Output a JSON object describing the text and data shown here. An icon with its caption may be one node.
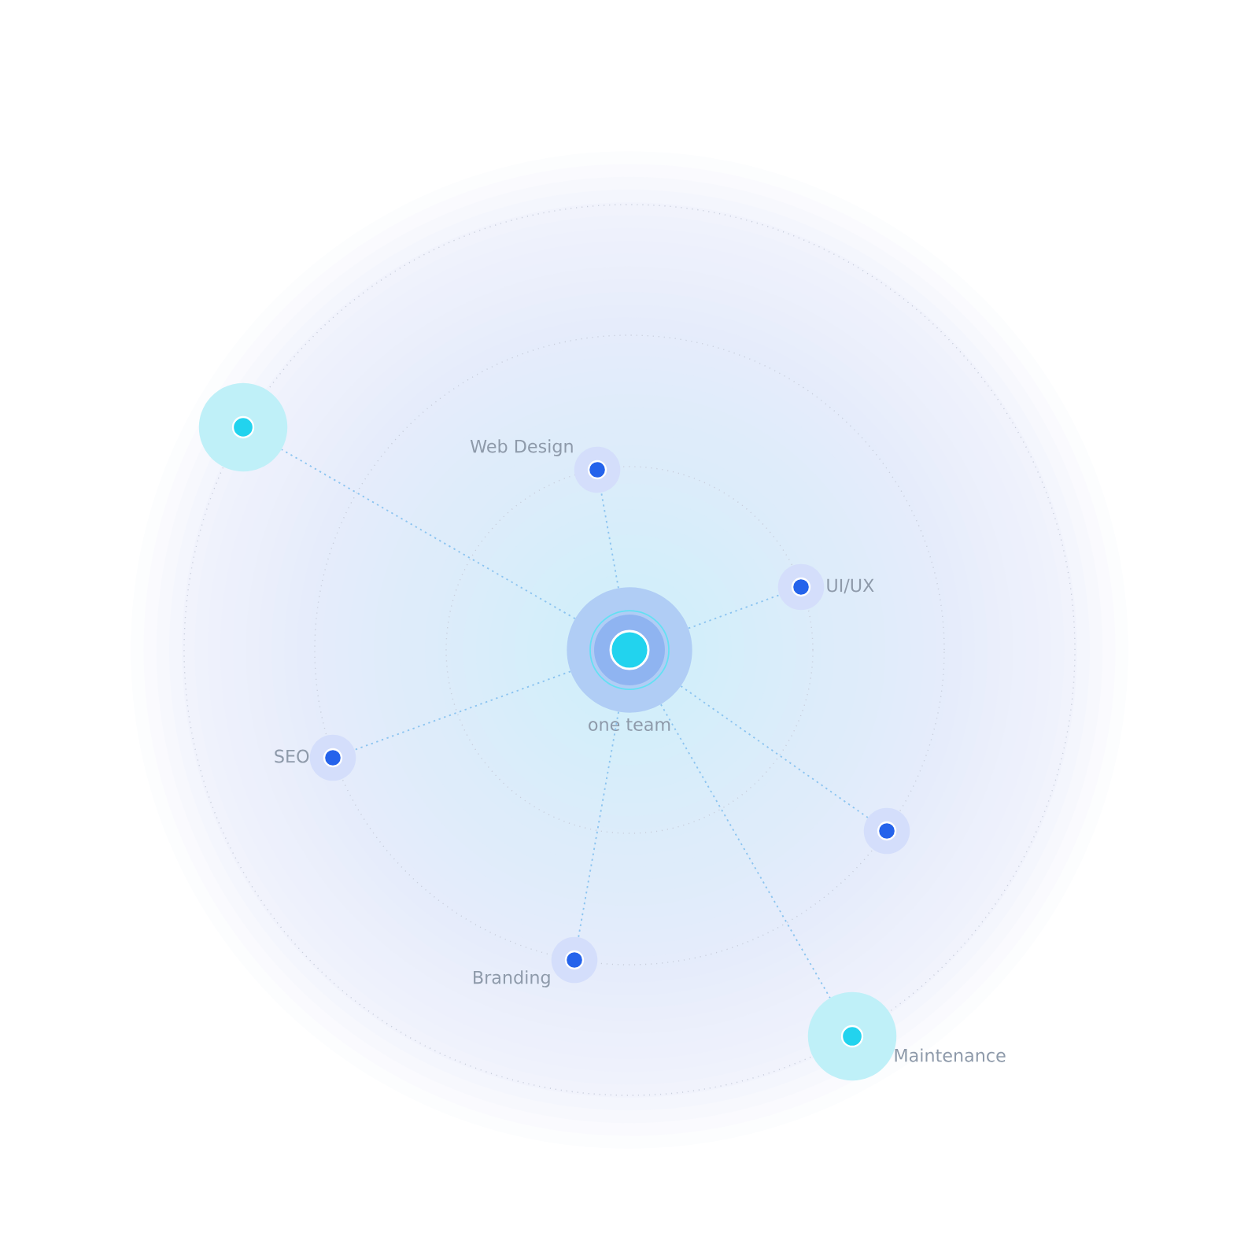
{
  "diagram": {
    "nodes": [
      {
        "text": [
          "one team"
        ]
      },
      {
        "text": [],
        "shape": "circle"
      },
      {
        "text": [
          "Web Design"
        ]
      },
      {
        "text": [
          "UI/UX"
        ]
      },
      {
        "text": [
          "SEO"
        ]
      },
      {
        "text": [],
        "shape": "circle"
      },
      {
        "text": [
          "Branding"
        ]
      },
      {
        "text": [
          "Maintenance"
        ]
      }
    ],
    "edges": [
      {
        "from": 0,
        "to": 1,
        "arrow": "none"
      },
      {
        "from": 0,
        "to": 2,
        "arrow": "none"
      },
      {
        "from": 0,
        "to": 3,
        "arrow": "none"
      },
      {
        "from": 0,
        "to": 4,
        "arrow": "none"
      },
      {
        "from": 0,
        "to": 5,
        "arrow": "none"
      },
      {
        "from": 0,
        "to": 6,
        "arrow": "none"
      },
      {
        "from": 0,
        "to": 7,
        "arrow": "none"
      }
    ]
  }
}
